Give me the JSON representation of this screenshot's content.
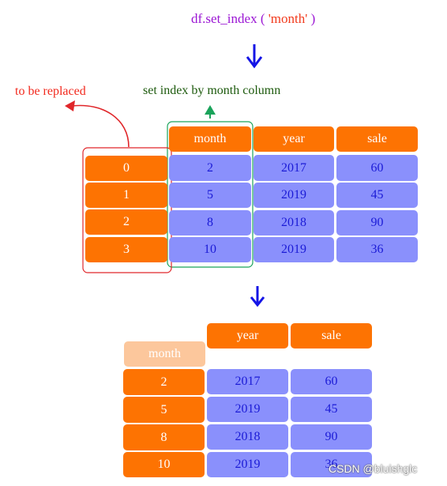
{
  "title": {
    "code": "df.set_index ( ",
    "arg": "'month'",
    "close": " )"
  },
  "labels": {
    "to_be_replaced": "to be replaced",
    "set_index_by": "set index by month column"
  },
  "before": {
    "headers": [
      "month",
      "year",
      "sale"
    ],
    "index": [
      "0",
      "1",
      "2",
      "3"
    ],
    "rows": [
      [
        "2",
        "2017",
        "60"
      ],
      [
        "5",
        "2019",
        "45"
      ],
      [
        "8",
        "2018",
        "90"
      ],
      [
        "10",
        "2019",
        "36"
      ]
    ]
  },
  "after": {
    "headers": [
      "year",
      "sale"
    ],
    "index_name": "month",
    "index": [
      "2",
      "5",
      "8",
      "10"
    ],
    "rows": [
      [
        "2017",
        "60"
      ],
      [
        "2019",
        "45"
      ],
      [
        "2018",
        "90"
      ],
      [
        "2019",
        "36"
      ]
    ]
  },
  "watermark": "CSDN @bluishglc",
  "colors": {
    "orange": "#fd7302",
    "blue_cell": "#8a90fc",
    "light_orange": "#fcc79c",
    "arrow_blue": "#1414e6",
    "red": "#e0262a",
    "green": "#1aa35a"
  }
}
